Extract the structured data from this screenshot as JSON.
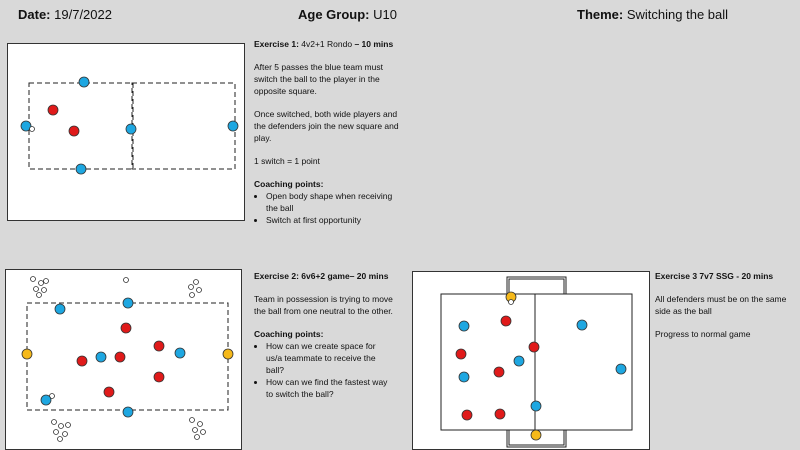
{
  "header": {
    "date_label": "Date:",
    "date_value": "19/7/2022",
    "age_label": "Age Group:",
    "age_value": "U10",
    "theme_label": "Theme:",
    "theme_value": "Switching the ball"
  },
  "colors": {
    "background": "#d9d9d9",
    "blue_player": "#1ea7e1",
    "red_player": "#e01a1a",
    "neutral_player": "#f6b91a",
    "ball": "#ffffff"
  },
  "exercise1": {
    "title_bold_a": "Exercise 1:",
    "title_normal": " 4v2+1 Rondo ",
    "title_bold_b": "– 10 mins",
    "p1": "After 5 passes the blue team must switch the ball to the player in the opposite square.",
    "p2": "Once switched,  both wide players and the defenders join the new square and play.",
    "p3": "1 switch  = 1 point",
    "coaching_title": "Coaching  points:",
    "points": [
      "Open body shape when receiving the ball",
      "Switch at first opportunity"
    ]
  },
  "exercise2": {
    "title": "Exercise 2:  6v6+2 game– 20 mins",
    "p1": "Team in possession is trying to move the ball from one neutral to the other.",
    "coaching_title": "Coaching  points:",
    "points": [
      "How can we create space for us/a teammate to receive the ball?",
      "How can we find the fastest way to switch the ball?"
    ]
  },
  "exercise3": {
    "title": "Exercise 3 7v7 SSG - 20 mins",
    "p1": "All defenders must be on the same side as the ball",
    "p2": "Progress to normal game"
  }
}
